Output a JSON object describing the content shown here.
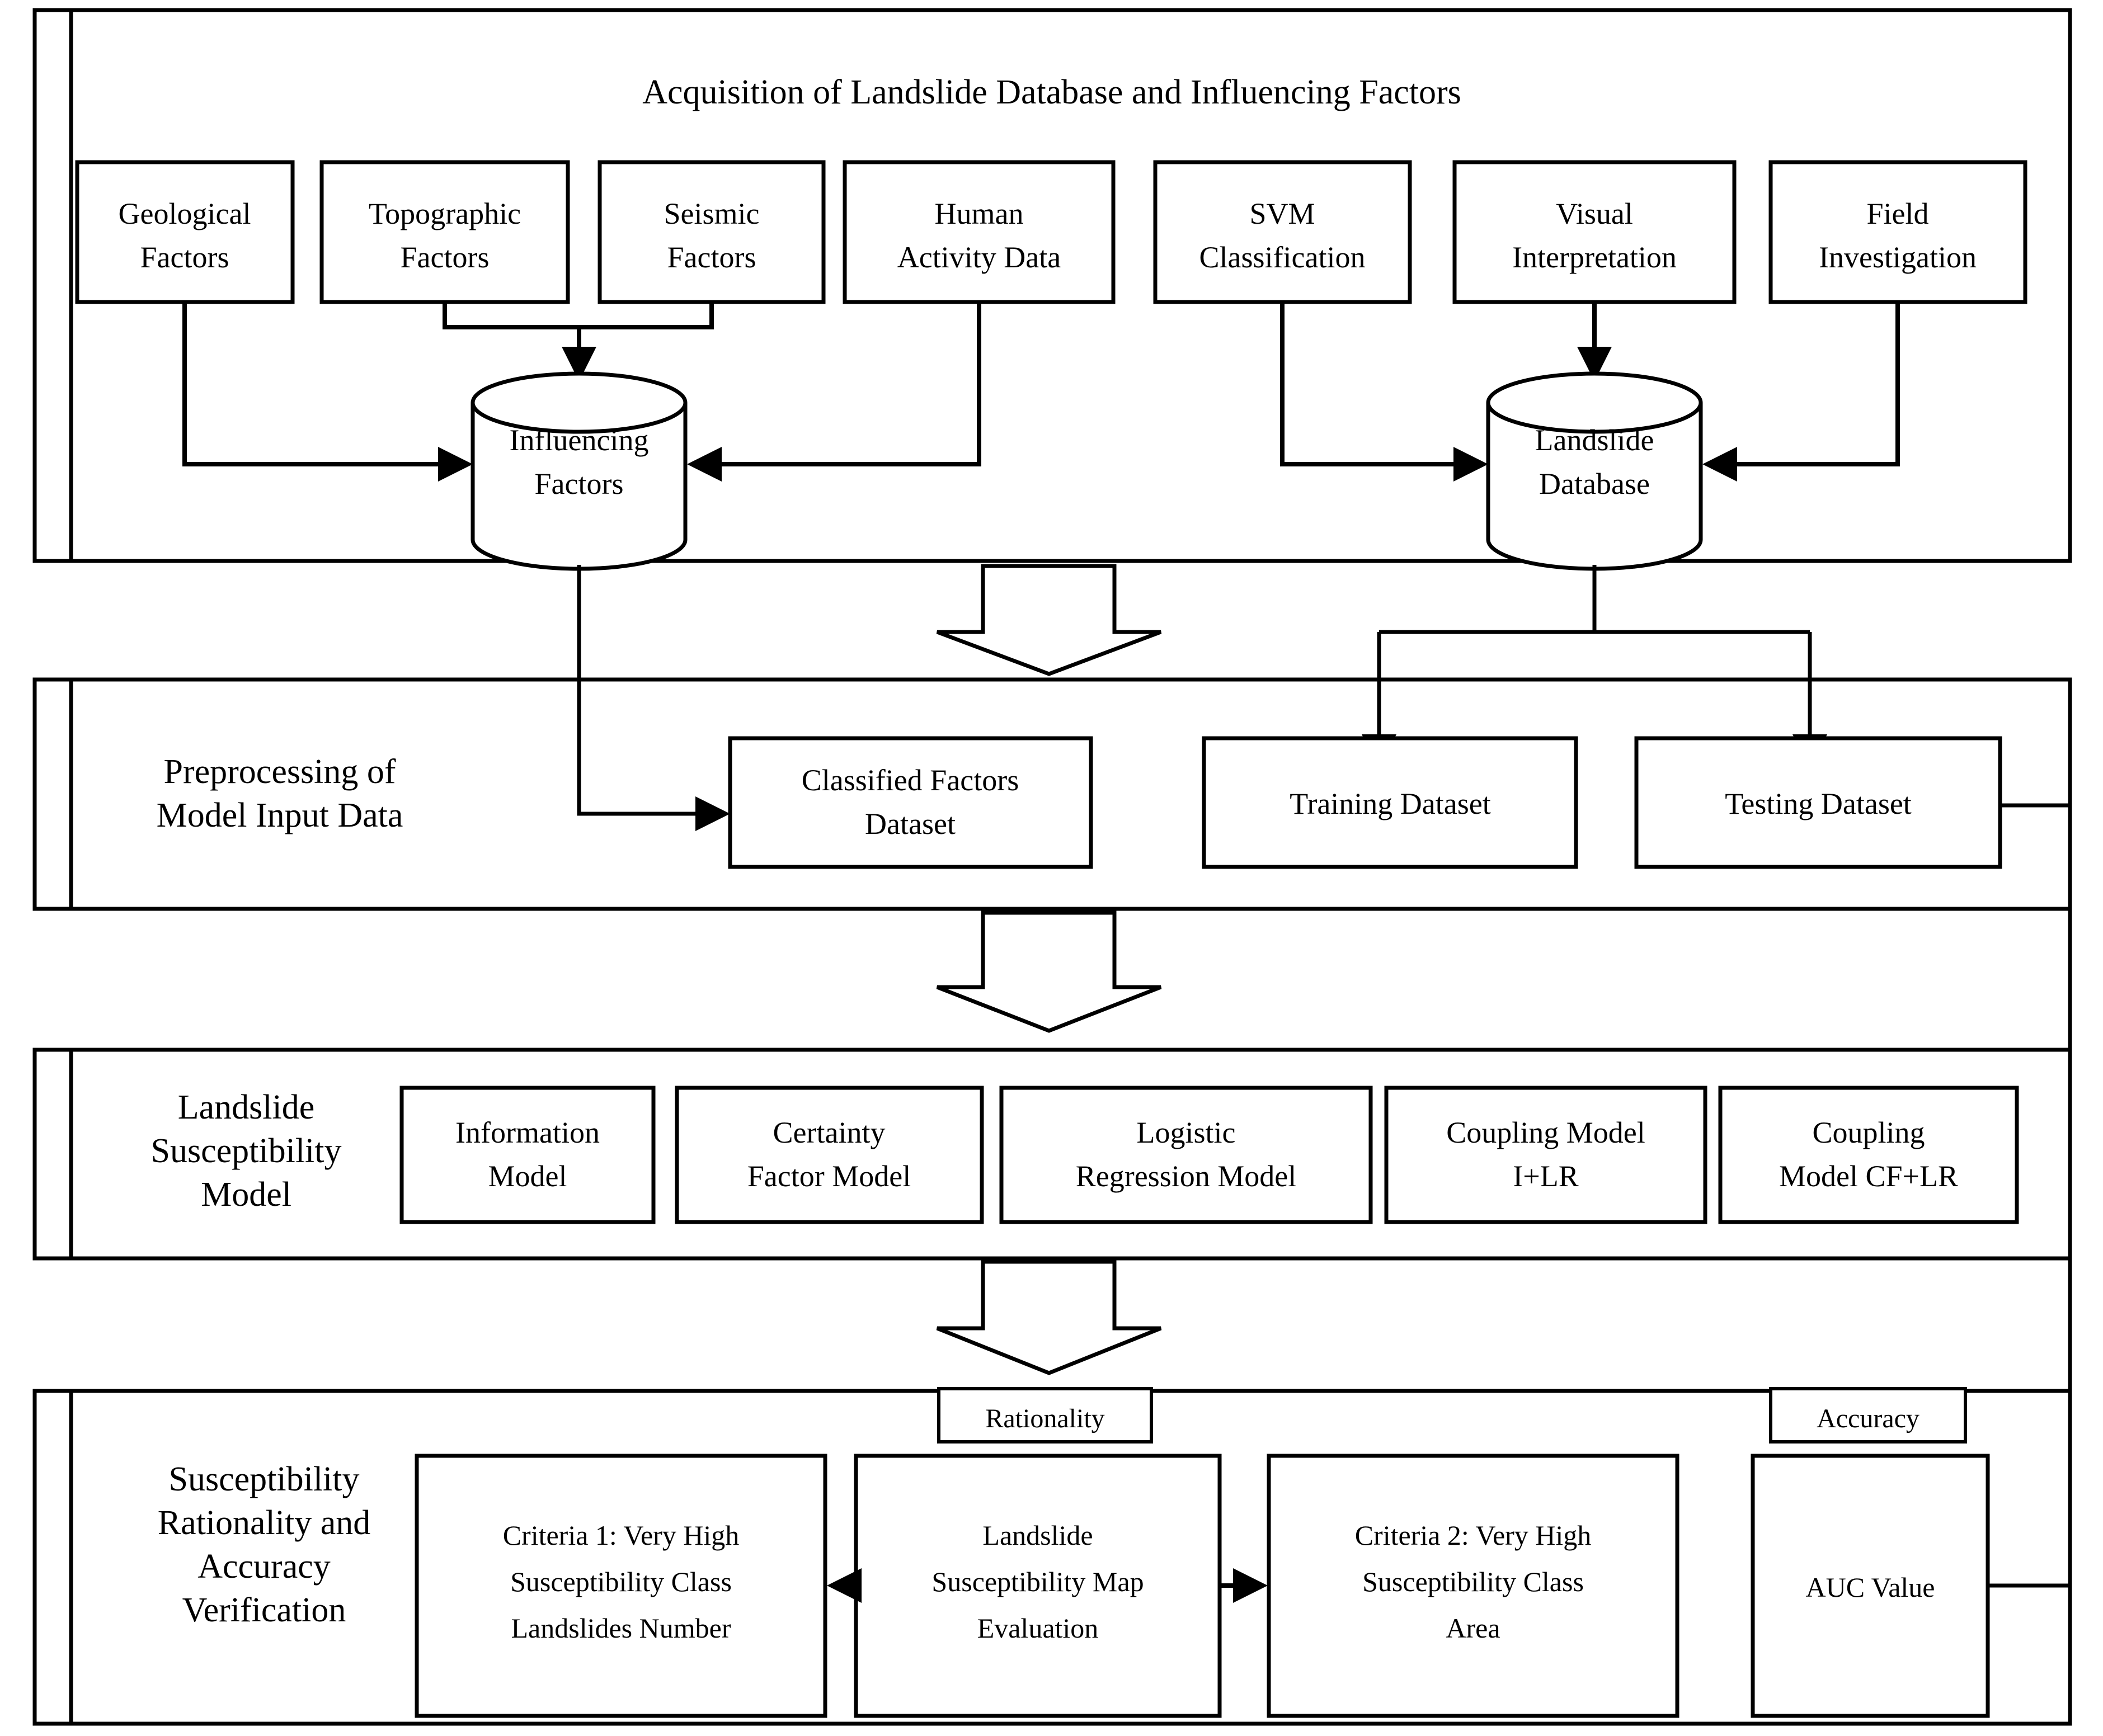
{
  "figure": {
    "type": "flowchart",
    "title": "Landslide Susceptibility Modeling Workflow"
  },
  "sections": [
    {
      "id": "acquisition",
      "title": "Acquisition of Landslide Database and Influencing Factors",
      "inputs_left": [
        "Geological\nFactors",
        "Topographic\nFactors",
        "Seismic\nFactors",
        "Human\nActivity Data"
      ],
      "inputs_right": [
        "SVM\nClassification",
        "Visual\nInterpretation",
        "Field\nInvestigation"
      ],
      "stores": [
        {
          "id": "influencing-factors",
          "label": "Influencing\nFactors"
        },
        {
          "id": "landslide-database",
          "label": "Landslide\nDatabase"
        }
      ]
    },
    {
      "id": "preprocessing",
      "stage_label": "Preprocessing of\nModel Input Data",
      "boxes": [
        "Classified Factors\nDataset",
        "Training Dataset",
        "Testing Dataset"
      ]
    },
    {
      "id": "model",
      "stage_label": "Landslide\nSusceptibility\nModel",
      "boxes": [
        "Information\nModel",
        "Certainty\nFactor Model",
        "Logistic\nRegression Model",
        "Coupling Model\nI+LR",
        "Coupling\nModel CF+LR"
      ]
    },
    {
      "id": "verification",
      "stage_label": "Susceptibility\nRationality and\nAccuracy\nVerification",
      "tags": [
        "Rationality",
        "Accuracy"
      ],
      "boxes": [
        "Criteria 1: Very High\nSusceptibility Class\nLandslides Number",
        "Landslide\nSusceptibility Map\nEvaluation",
        "Criteria 2: Very High\nSusceptibility Class\nArea",
        "AUC Value"
      ]
    }
  ],
  "text": {
    "acq_title": "Acquisition of Landslide Database and Influencing Factors",
    "geological": "Geological",
    "geological2": "Factors",
    "topographic": "Topographic",
    "topographic2": "Factors",
    "seismic": "Seismic",
    "seismic2": "Factors",
    "human": "Human",
    "human2": "Activity Data",
    "svm": "SVM",
    "svm2": "Classification",
    "visual": "Visual",
    "visual2": "Interpretation",
    "field": "Field",
    "field2": "Investigation",
    "infl": "Influencing",
    "infl2": "Factors",
    "lsdb": "Landslide",
    "lsdb2": "Database",
    "prep1": "Preprocessing of",
    "prep2": "Model Input Data",
    "classified1": "Classified Factors",
    "classified2": "Dataset",
    "training": "Training Dataset",
    "testing": "Testing Dataset",
    "lsm1": "Landslide",
    "lsm2": "Susceptibility",
    "lsm3": "Model",
    "info1": "Information",
    "info2": "Model",
    "cf1": "Certainty",
    "cf2": "Factor Model",
    "lr1": "Logistic",
    "lr2": "Regression Model",
    "cilr1": "Coupling Model",
    "cilr2": "I+LR",
    "ccflr1": "Coupling",
    "ccflr2": "Model CF+LR",
    "ver1": "Susceptibility",
    "ver2": "Rationality and",
    "ver3": "Accuracy",
    "ver4": "Verification",
    "rationality": "Rationality",
    "accuracy": "Accuracy",
    "crit1a": "Criteria 1: Very High",
    "crit1b": "Susceptibility Class",
    "crit1c": "Landslides Number",
    "lsme1": "Landslide",
    "lsme2": "Susceptibility Map",
    "lsme3": "Evaluation",
    "crit2a": "Criteria 2: Very High",
    "crit2b": "Susceptibility Class",
    "crit2c": "Area",
    "auc": "AUC Value"
  },
  "colors": {
    "stroke": "#000000",
    "fill": "#ffffff"
  }
}
